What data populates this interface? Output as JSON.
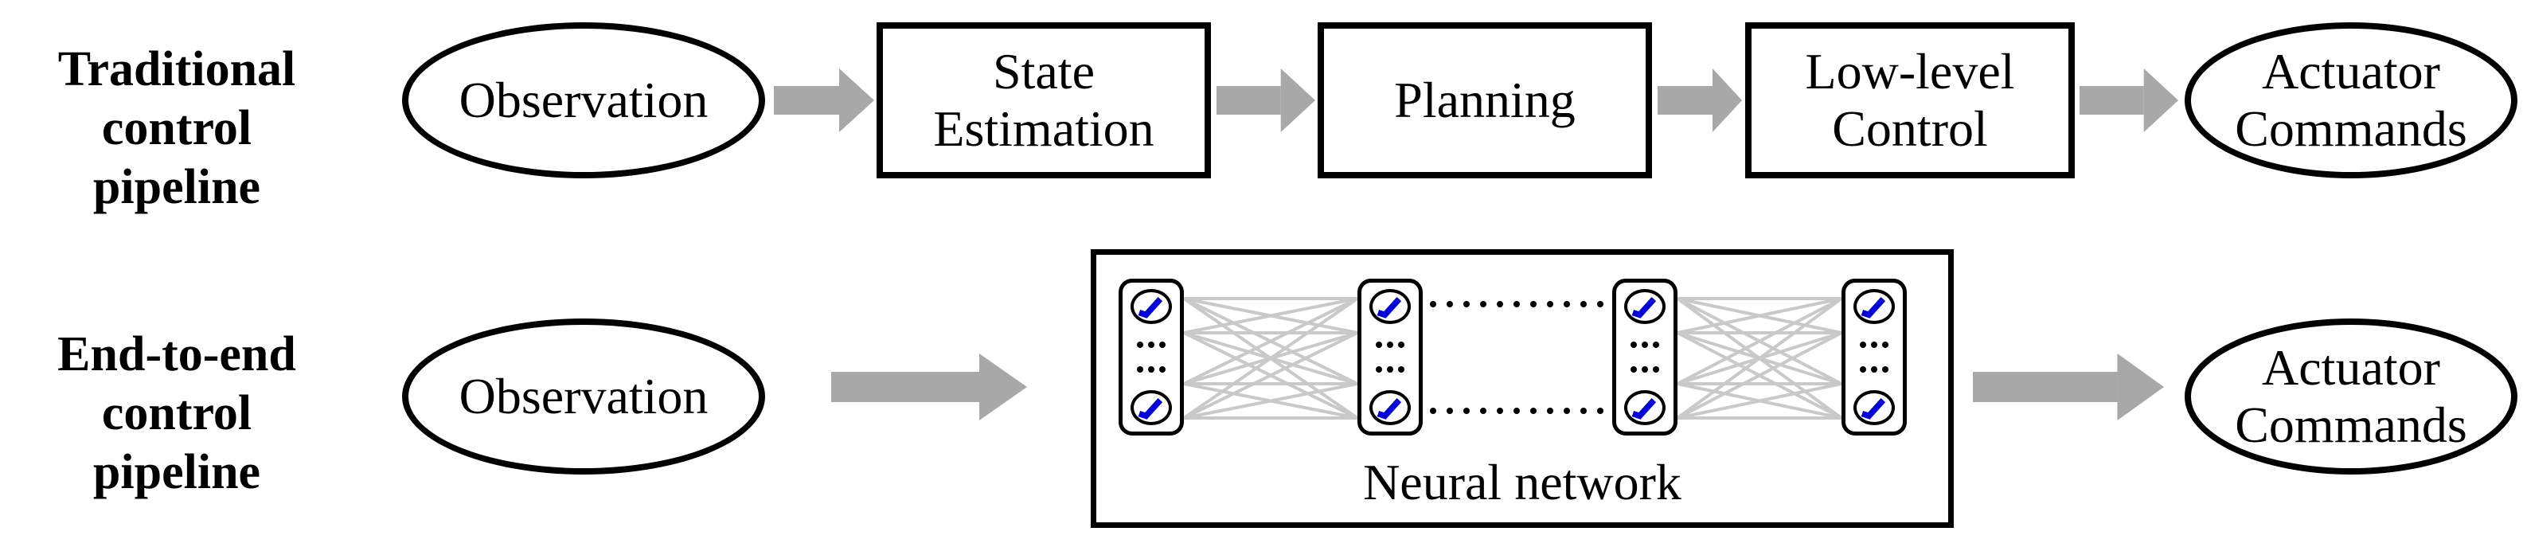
{
  "colors": {
    "outline": "#000000",
    "arrow_gray": "#a8a8a8",
    "connection_gray": "#c9c9c9",
    "activation_blue": "#0202dd",
    "background": "#ffffff"
  },
  "traditional_pipeline": {
    "label_line1": "Traditional",
    "label_line2": "control pipeline",
    "observation_label": "Observation",
    "state_estimation_line1": "State",
    "state_estimation_line2": "Estimation",
    "planning_label": "Planning",
    "low_level_control_line1": "Low-level",
    "low_level_control_line2": "Control",
    "actuator_commands_line1": "Actuator",
    "actuator_commands_line2": "Commands"
  },
  "end_to_end_pipeline": {
    "label_line1": "End-to-end",
    "label_line2": "control pipeline",
    "observation_label": "Observation",
    "neural_network_label": "Neural network",
    "actuator_commands_line1": "Actuator",
    "actuator_commands_line2": "Commands"
  },
  "network": {
    "layer_count": 4,
    "visible_nodes_per_layer": 2,
    "ellipsis_rows_per_layer": 2,
    "dots_per_ellipsis_row": 3,
    "inter_layer_dotted_rows": 2,
    "dots_per_inter_layer_row": 11,
    "node_icon": "relu-activation-icon"
  }
}
